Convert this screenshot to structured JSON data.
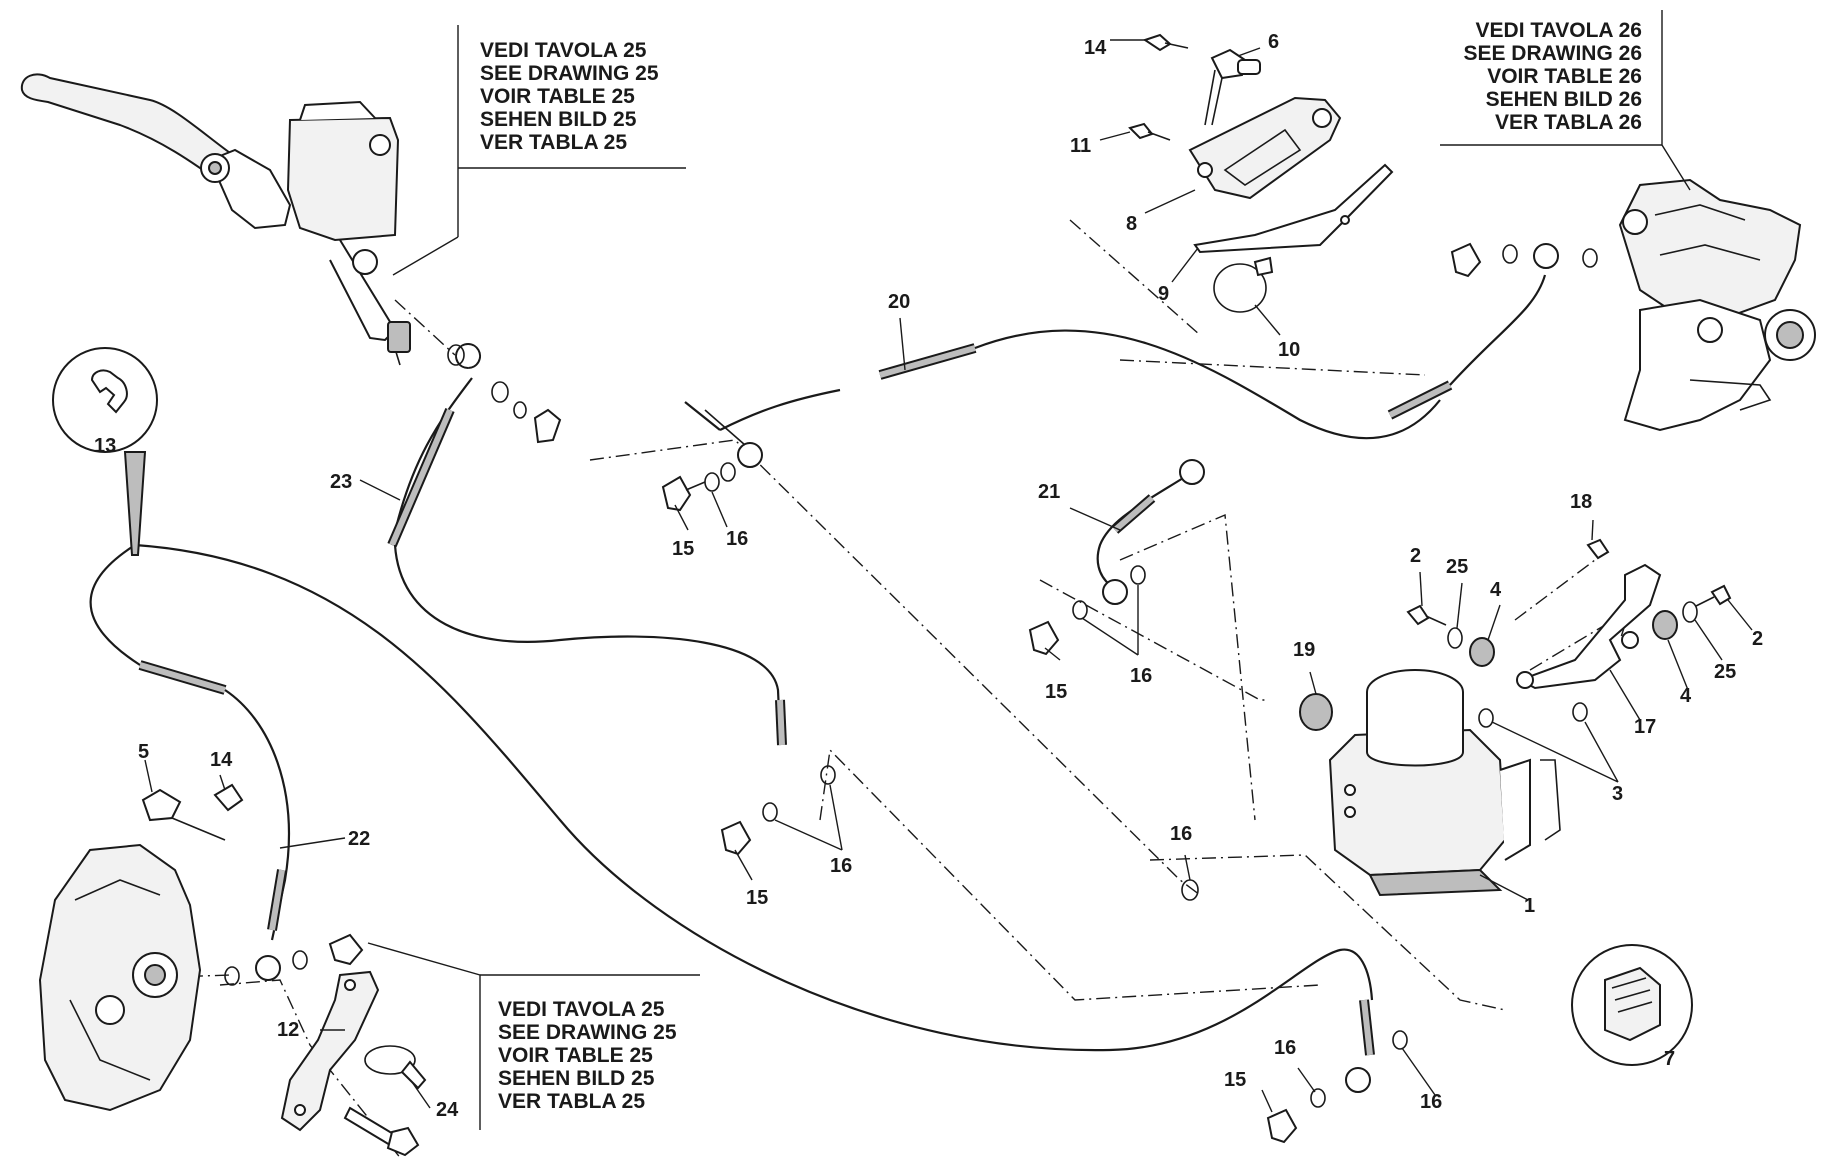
{
  "notes": {
    "drawing_25_top": [
      "VEDI TAVOLA 25",
      "SEE DRAWING 25",
      "VOIR TABLE 25",
      "SEHEN BILD 25",
      "VER TABLA 25"
    ],
    "drawing_26": [
      "VEDI TAVOLA 26",
      "SEE DRAWING 26",
      "VOIR TABLE 26",
      "SEHEN BILD 26",
      "VER TABLA 26"
    ],
    "drawing_25_bottom": [
      "VEDI TAVOLA 25",
      "SEE DRAWING 25",
      "VOIR TABLE 25",
      "SEHEN BILD 25",
      "VER TABLA 25"
    ]
  },
  "callouts": {
    "c14a": "14",
    "c6": "6",
    "c11": "11",
    "c8": "8",
    "c9": "9",
    "c10": "10",
    "c20": "20",
    "c23": "23",
    "c13": "13",
    "c15a": "15",
    "c16a": "16",
    "c21": "21",
    "c15b": "15",
    "c16b": "16",
    "c18": "18",
    "c2a": "2",
    "c25a": "25",
    "c4a": "4",
    "c2b": "2",
    "c25b": "25",
    "c4b": "4",
    "c17": "17",
    "c19": "19",
    "c3": "3",
    "c5": "5",
    "c14b": "14",
    "c22": "22",
    "c15c": "15",
    "c16c": "16",
    "c16d": "16",
    "c1": "1",
    "c7": "7",
    "c12": "12",
    "c24": "24",
    "c15d": "15",
    "c16e": "16",
    "c16f": "16"
  }
}
